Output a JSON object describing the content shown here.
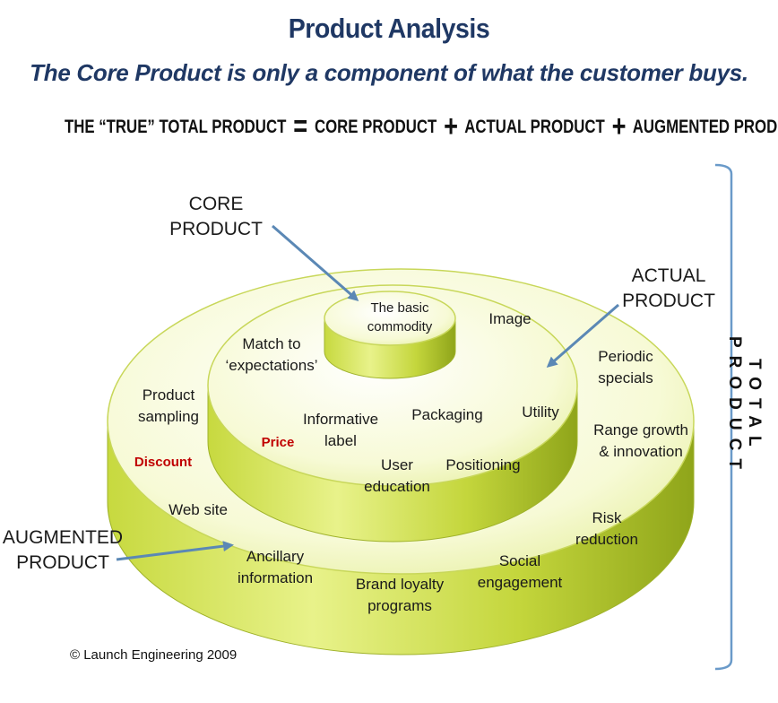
{
  "header": {
    "title": "Product Analysis",
    "subtitle": "The Core Product is only a component of what the customer buys.",
    "equation": {
      "lhs": "THE “TRUE” TOTAL PRODUCT",
      "eq": "=",
      "core": "CORE PRODUCT",
      "plus": "+",
      "actual": "ACTUAL PRODUCT",
      "augmented": "AUGMENTED PRODUCT"
    }
  },
  "callouts": {
    "core": "CORE\nPRODUCT",
    "actual": "ACTUAL\nPRODUCT",
    "augmented": "AUGMENTED\nPRODUCT"
  },
  "core_tier": {
    "label": "The basic\ncommodity"
  },
  "actual_tier": [
    "Match to\n‘expectations’",
    "Image",
    "Informative\nlabel",
    "Packaging",
    "Utility",
    "User\neducation",
    "Positioning",
    "Price"
  ],
  "augmented_tier": [
    "Product\nsampling",
    "Discount",
    "Web site",
    "Ancillary\ninformation",
    "Brand loyalty\nprograms",
    "Social\nengagement",
    "Risk\nreduction",
    "Range growth\n& innovation",
    "Periodic\nspecials"
  ],
  "total_label": "TOTAL PRODUCT",
  "copyright": "© Launch Engineering 2009",
  "colors": {
    "title": "#1f3864",
    "disc_top": "#f4f8bf",
    "disc_side_light": "#e3ef7a",
    "disc_side_dark": "#8fa51a",
    "arrow": "#5b88b5",
    "emphasis": "#c00000",
    "bracket": "#6a9ac9"
  }
}
